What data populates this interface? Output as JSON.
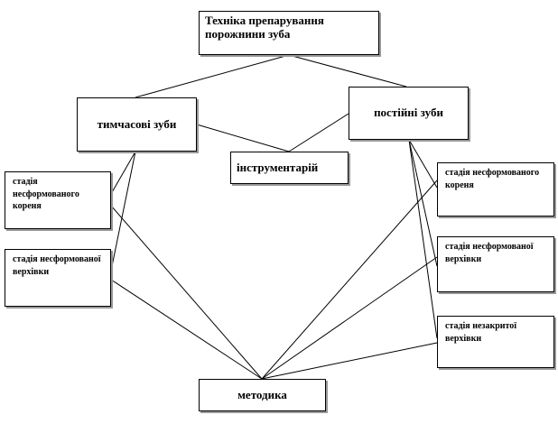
{
  "diagram": {
    "root": "Техніка препарування порожнини зуба",
    "temporary_teeth": "тимчасові зуби",
    "permanent_teeth": "постійні зуби",
    "instruments": "інструментарій",
    "method": "методика",
    "left_stages": [
      "стадія несформованого кореня",
      "стадія несформованої верхівки"
    ],
    "right_stages": [
      "стадія несформованого кореня",
      "стадія несформованої верхівки",
      "стадія незакритої верхівки"
    ]
  }
}
